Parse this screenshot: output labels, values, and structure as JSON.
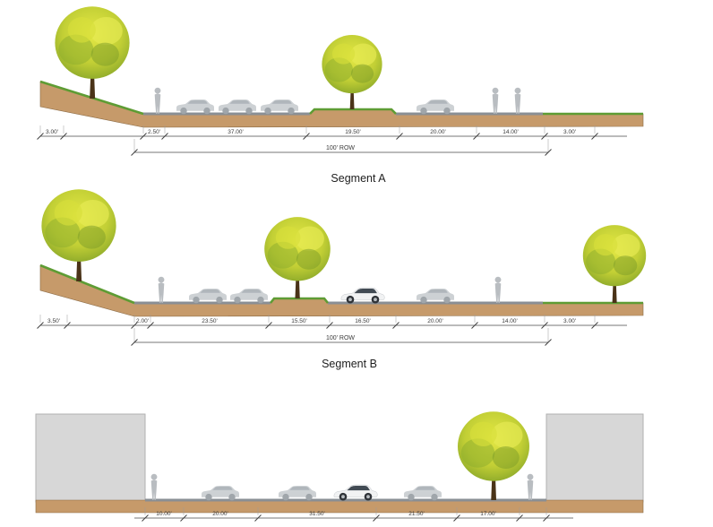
{
  "segments": {
    "a": {
      "name": "Segment A",
      "row": "100' ROW",
      "dims": [
        "3.00'",
        "2.50'",
        "37.00'",
        "19.50'",
        "20.00'",
        "14.00'",
        "3.00'"
      ]
    },
    "b": {
      "name": "Segment B",
      "row": "100' ROW",
      "dims": [
        "3.50'",
        "2.00'",
        "23.50'",
        "15.50'",
        "16.50'",
        "20.00'",
        "14.00'",
        "3.00'"
      ]
    },
    "c": {
      "dims": [
        "10.00'",
        "20.00'",
        "31.50'",
        "21.50'",
        "17.00'"
      ]
    }
  },
  "colors": {
    "earth": "#C69A6A",
    "earth-edge": "#8B6B45",
    "grass": "#5E9C34",
    "road": "#8A8F94",
    "building": "#D7D7D7",
    "tree-light": "#E4E845",
    "tree-dark": "#7E9F28",
    "trunk": "#4A3318",
    "car-body": "#CDD1D4",
    "figure": "#B9BDC1"
  }
}
